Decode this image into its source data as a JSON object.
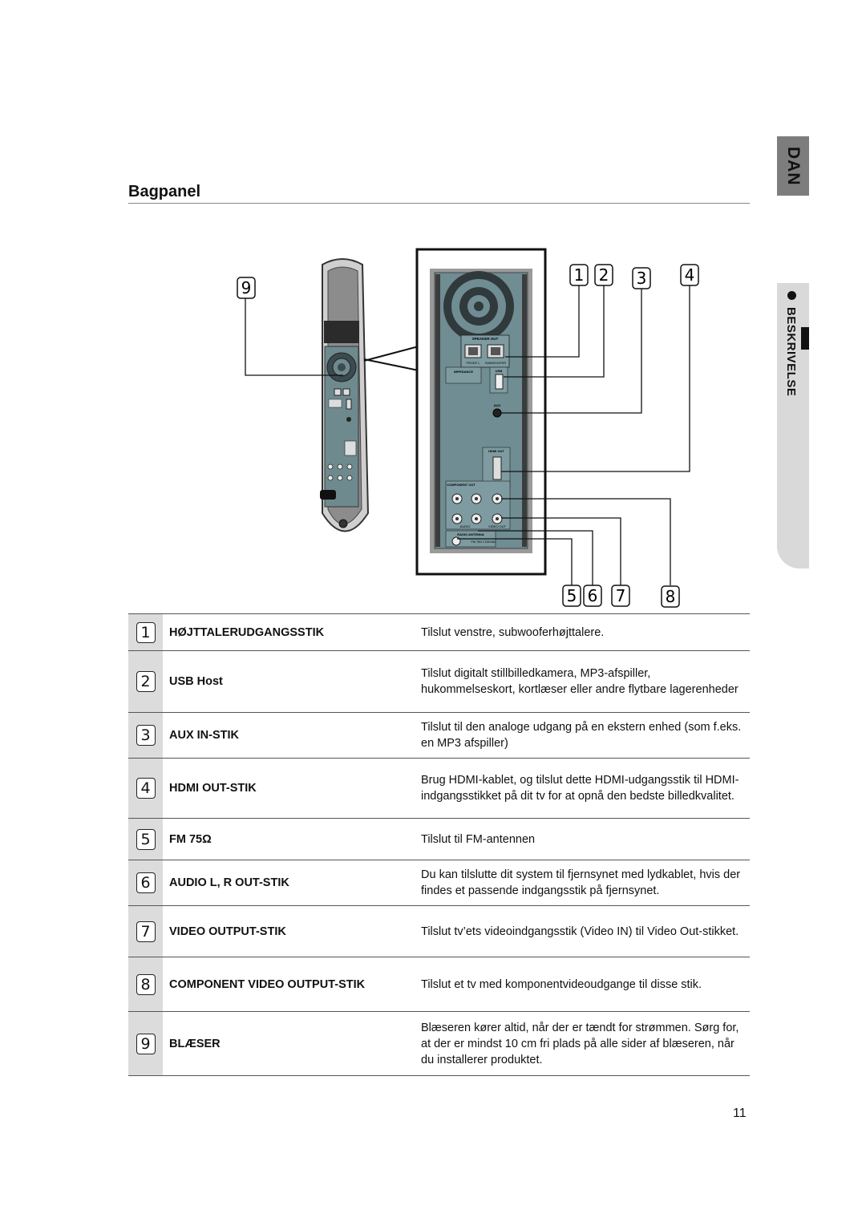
{
  "side": {
    "language": "DAN",
    "section": "BESKRIVELSE"
  },
  "page": {
    "title": "Bagpanel",
    "number": "11"
  },
  "figure": {
    "callouts": [
      "1",
      "2",
      "3",
      "4",
      "5",
      "6",
      "7",
      "8",
      "9"
    ],
    "panel_labels": {
      "speaker_out": "SPEAKER OUT",
      "front_l": "FRONT L",
      "subwoofer": "SUBWOOFER",
      "impedance": "IMPEDANCE",
      "usb": "USB",
      "aux": "AUX",
      "hdmi_out": "HDMI OUT",
      "component_out": "COMPONENT OUT",
      "audio": "AUDIO",
      "video_out": "VIDEO OUT",
      "radio_antenna": "RADIO ANTENNA",
      "fm": "FM 75Ω COAXIAL"
    }
  },
  "rows": [
    {
      "num": "1",
      "name": "HØJTTALERUDGANGSSTIK",
      "desc": "Tilslut venstre, subwooferhøjttalere."
    },
    {
      "num": "2",
      "name": "USB Host",
      "desc": "Tilslut digitalt stillbilledkamera, MP3-afspiller, hukommelseskort, kortlæser eller andre flytbare lagerenheder"
    },
    {
      "num": "3",
      "name": "AUX IN-STIK",
      "desc": "Tilslut til den analoge udgang på en ekstern enhed (som f.eks. en MP3 afspiller)"
    },
    {
      "num": "4",
      "name": "HDMI OUT-STIK",
      "desc": "Brug HDMI-kablet, og tilslut dette HDMI-udgangsstik til HDMI-indgangsstikket på dit tv for at opnå den bedste billedkvalitet."
    },
    {
      "num": "5",
      "name": "FM 75Ω",
      "desc": "Tilslut til FM-antennen"
    },
    {
      "num": "6",
      "name": "AUDIO L, R OUT-STIK",
      "desc": "Du kan tilslutte dit system til fjernsynet med lydkablet, hvis der findes et passende indgangsstik på fjernsynet."
    },
    {
      "num": "7",
      "name": "VIDEO OUTPUT-STIK",
      "desc": "Tilslut tv’ets videoindgangsstik (Video IN) til Video Out-stikket."
    },
    {
      "num": "8",
      "name": "COMPONENT VIDEO OUTPUT-STIK",
      "desc": "Tilslut et tv med komponentvideoudgange til disse stik."
    },
    {
      "num": "9",
      "name": "BLÆSER",
      "desc": "Blæseren kører altid, når der er tændt for strømmen. Sørg for, at der er mindst 10 cm fri plads på alle sider af blæseren, når du installerer produktet."
    }
  ]
}
